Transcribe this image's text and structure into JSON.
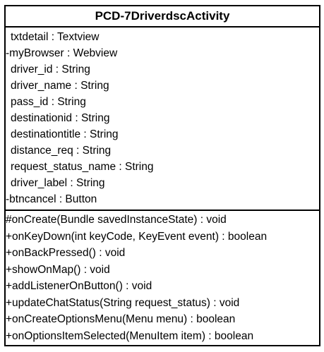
{
  "class_name": "PCD-7DriverdscActivity",
  "attributes": [
    "txtdetail : Textview",
    "-myBrowser : Webview",
    "driver_id : String",
    "driver_name : String",
    "pass_id : String",
    "destinationid : String",
    "destinationtitle : String",
    "distance_req : String",
    "request_status_name : String",
    "driver_label : String",
    "-btncancel : Button"
  ],
  "methods": [
    "#onCreate(Bundle savedInstanceState) : void",
    "+onKeyDown(int keyCode, KeyEvent event) : boolean",
    "+onBackPressed() : void",
    "+showOnMap() : void",
    "+addListenerOnButton() : void",
    "+updateChatStatus(String request_status) : void",
    "+onCreateOptionsMenu(Menu menu) : boolean",
    "+onOptionsItemSelected(MenuItem item) : boolean"
  ]
}
